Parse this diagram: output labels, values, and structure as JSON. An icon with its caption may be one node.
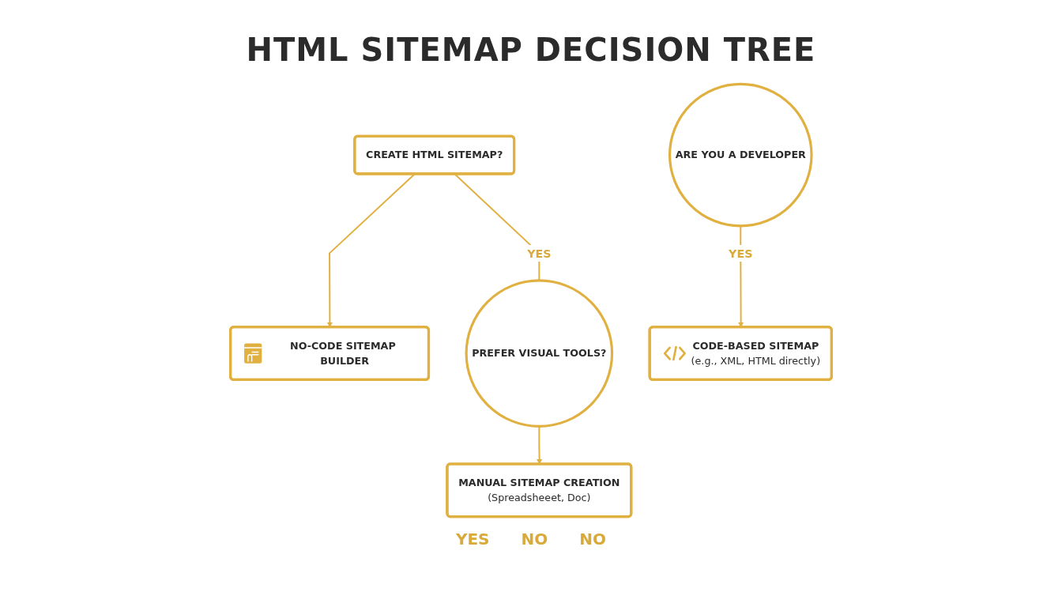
{
  "diagram": {
    "title": "HTML SITEMAP DECISION TREE",
    "nodes": [
      {
        "text": [
          "CREATE HTML SITEMAP?"
        ]
      },
      {
        "text": [
          "ARE YOU A DEVELOPER"
        ]
      },
      {
        "text": [
          "PREFER VISUAL TOOLS?"
        ]
      },
      {
        "text": [
          "CODE-BASED SITEMAP",
          "(e.g., XML, HTML directly)"
        ]
      },
      {
        "text": [
          "MANUAL SITEMAP CREATION",
          "(Spreadsheeet, Doc)"
        ]
      },
      {
        "text": [
          "NO-CODE SITEMAP BUILDER"
        ]
      }
    ],
    "edges": [
      {
        "from": 0,
        "to": 5,
        "arrow": "to"
      },
      {
        "from": 0,
        "to": 2,
        "arrow": "none",
        "label": "YES"
      },
      {
        "from": 1,
        "to": 3,
        "arrow": "to",
        "label": "YES"
      },
      {
        "from": 2,
        "to": 4,
        "arrow": "to"
      }
    ],
    "labels": [
      "YES",
      "NO",
      "NO"
    ]
  }
}
